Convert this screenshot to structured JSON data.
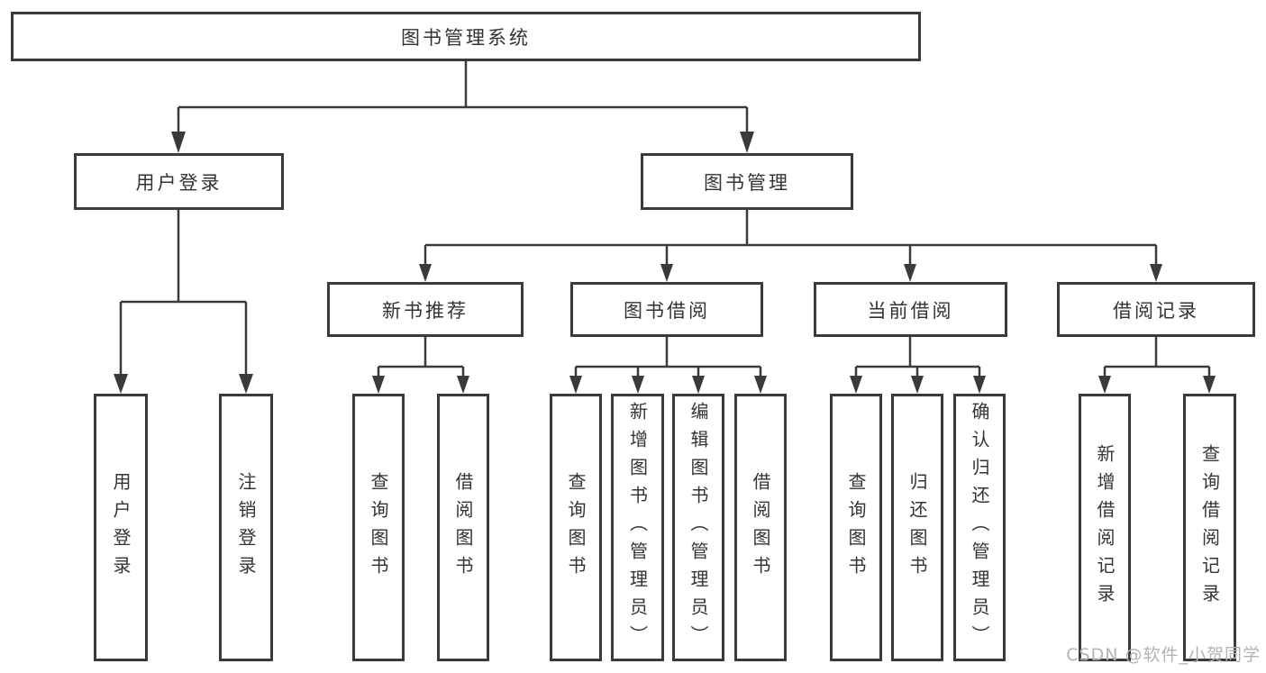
{
  "watermark": "CSDN @软件_小贺同学",
  "colors": {
    "line": "#3a3a3a",
    "text": "#333333",
    "watermark": "#b3b3b3",
    "background": "#ffffff"
  },
  "tree": {
    "root": {
      "label": "图书管理系统",
      "children": [
        {
          "label": "用户登录",
          "children": [
            {
              "label": "用户登录"
            },
            {
              "label": "注销登录"
            }
          ]
        },
        {
          "label": "图书管理",
          "children": [
            {
              "label": "新书推荐",
              "children": [
                {
                  "label": "查询图书"
                },
                {
                  "label": "借阅图书"
                }
              ]
            },
            {
              "label": "图书借阅",
              "children": [
                {
                  "label": "查询图书"
                },
                {
                  "label": "新增图书（管理员）"
                },
                {
                  "label": "编辑图书（管理员）"
                },
                {
                  "label": "借阅图书"
                }
              ]
            },
            {
              "label": "当前借阅",
              "children": [
                {
                  "label": "查询图书"
                },
                {
                  "label": "归还图书"
                },
                {
                  "label": "确认归还（管理员）"
                }
              ]
            },
            {
              "label": "借阅记录",
              "children": [
                {
                  "label": "新增借阅记录"
                },
                {
                  "label": "查询借阅记录"
                }
              ]
            }
          ]
        }
      ]
    }
  }
}
